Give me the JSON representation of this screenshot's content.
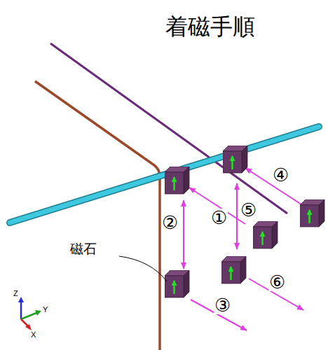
{
  "diagram": {
    "title": "着磁手順",
    "labels": [
      "①",
      "②",
      "③",
      "④",
      "⑤",
      "⑥",
      "磁石",
      "Z",
      "Y",
      "X"
    ]
  }
}
